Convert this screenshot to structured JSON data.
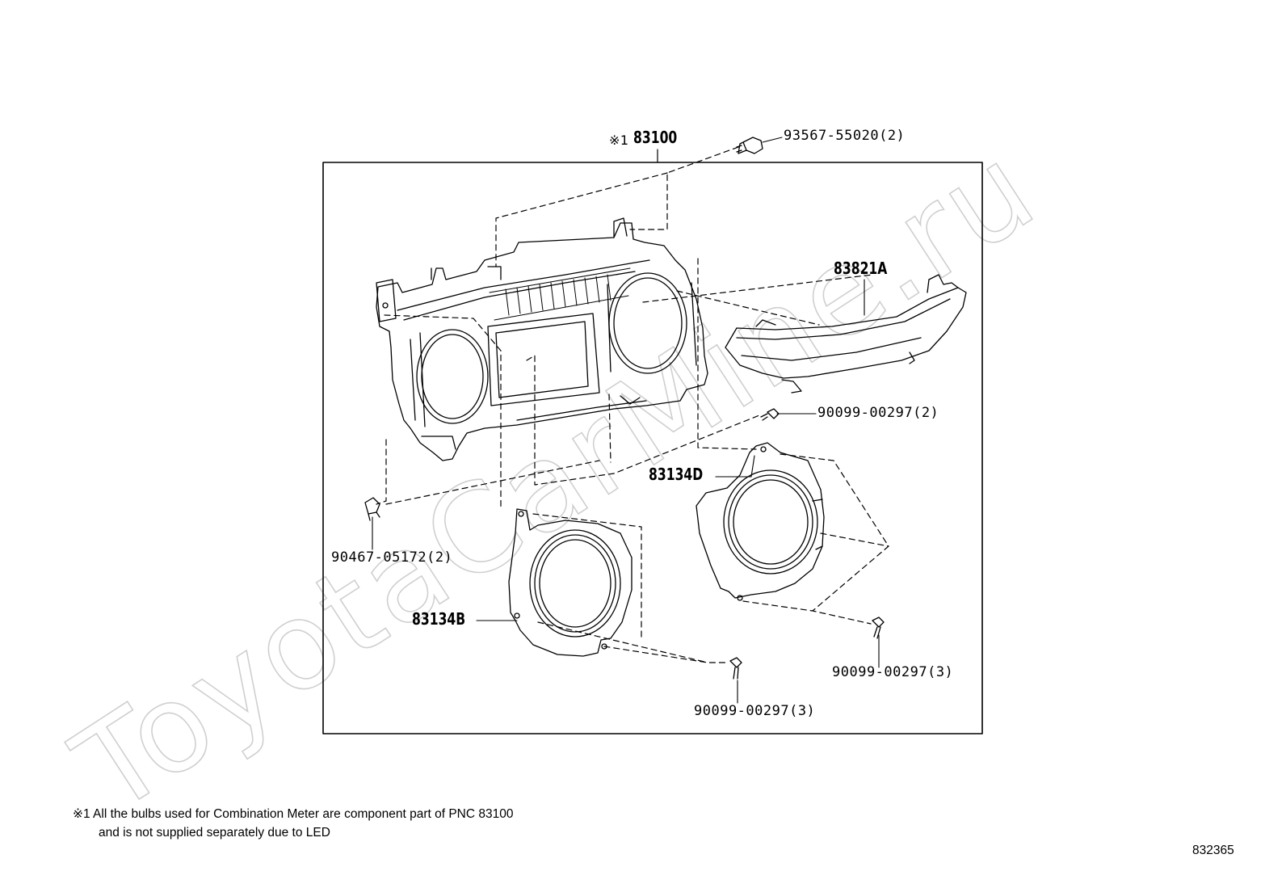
{
  "watermark": "ToyotaCarMine.ru",
  "callouts": {
    "main_prefix": "※1",
    "main_part": "83100",
    "screw_top": "93567-55020(2)",
    "garnish": "83821A",
    "screw_right": "90099-00297(2)",
    "clip_left": "90467-05172(2)",
    "ring_right": "83134D",
    "ring_left": "83134B",
    "screw_ring_right": "90099-00297(3)",
    "screw_ring_left": "90099-00297(3)"
  },
  "footnote": {
    "line1": "※1 All the bulbs used for Combination Meter are component part of PNC 83100",
    "line2": "and is not supplied separately due to LED"
  },
  "diagram_number": "832365"
}
